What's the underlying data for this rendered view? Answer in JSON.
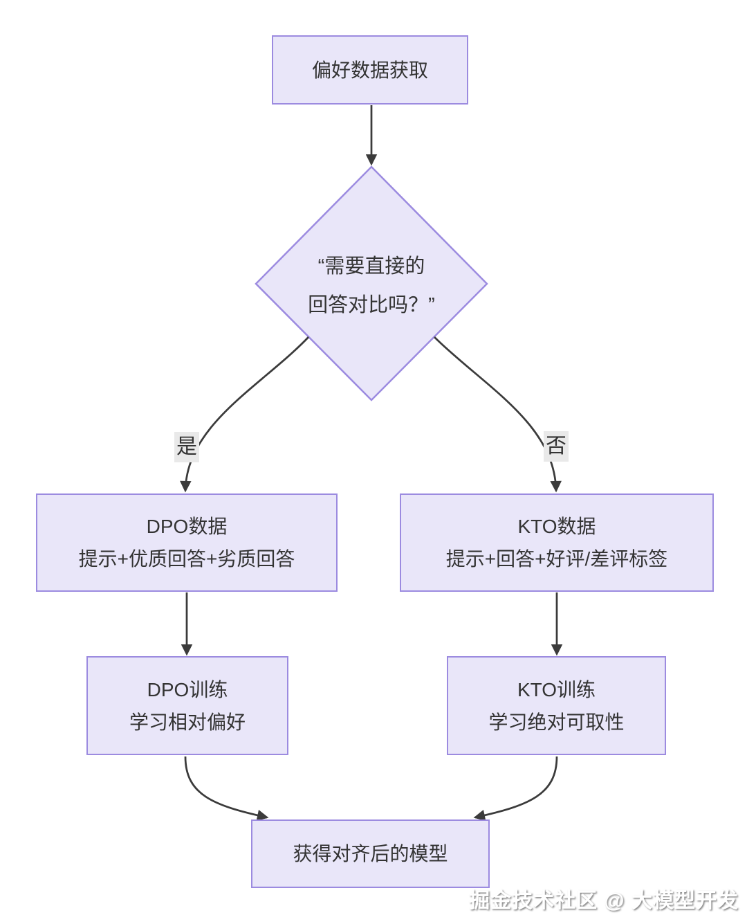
{
  "theme": {
    "bg": "#FFFFFF",
    "node_fill": "#E9E6F9",
    "node_border": "#9C8BE0",
    "edge_color": "#3B3B3B",
    "text_color": "#333333",
    "label_bg": "#E9E9E9",
    "watermark_color": "#FFFFFF"
  },
  "nodes": {
    "start": {
      "label": "偏好数据获取"
    },
    "decision": {
      "line1": "“需要直接的",
      "line2": "回答对比吗？”"
    },
    "dpo_data": {
      "title": "DPO数据",
      "subtitle": "提示+优质回答+劣质回答"
    },
    "kto_data": {
      "title": "KTO数据",
      "subtitle": "提示+回答+好评/差评标签"
    },
    "dpo_train": {
      "title": "DPO训练",
      "subtitle": "学习相对偏好"
    },
    "kto_train": {
      "title": "KTO训练",
      "subtitle": "学习绝对可取性"
    },
    "result": {
      "label": "获得对齐后的模型"
    }
  },
  "edge_labels": {
    "yes": "是",
    "no": "否"
  },
  "watermark": "掘金技术社区 @ 大模型开发"
}
